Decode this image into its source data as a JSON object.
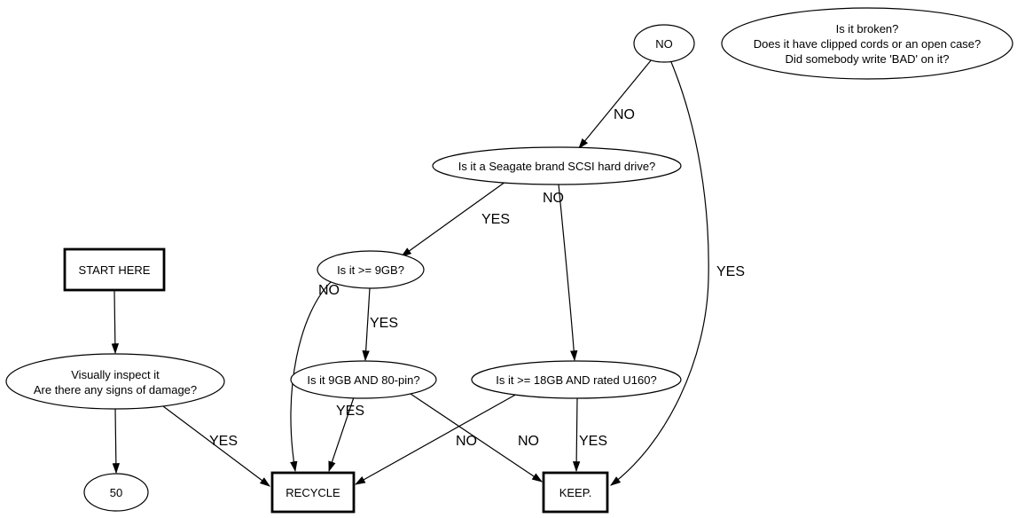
{
  "diagram": {
    "background": "#ffffff",
    "stroke_color": "#000000",
    "node_fill": "#ffffff",
    "nodes": {
      "broken": {
        "lines": [
          "Is it broken?",
          "Does it have clipped cords or an open case?",
          "Did somebody write 'BAD' on it?"
        ]
      },
      "no_node": {
        "label": "NO"
      },
      "seagate": {
        "label": "Is it a Seagate brand SCSI hard drive?"
      },
      "gte9gb": {
        "label": "Is it >= 9GB?"
      },
      "pin80": {
        "label": "Is it 9GB AND 80-pin?"
      },
      "u160": {
        "label": "Is it >= 18GB AND rated U160?"
      },
      "start": {
        "label": "START HERE"
      },
      "inspect": {
        "lines": [
          "Visually inspect it",
          "Are there any signs of damage?"
        ]
      },
      "fifty": {
        "label": "50"
      },
      "recycle": {
        "label": "RECYCLE"
      },
      "keep": {
        "label": "KEEP."
      }
    },
    "edge_labels": {
      "no_to_seagate": "NO",
      "no_to_keep": "YES",
      "seagate_to_gte9gb": "YES",
      "seagate_to_u160": "NO",
      "gte9gb_to_recycle": "NO",
      "gte9gb_to_pin80": "YES",
      "pin80_to_recycle": "YES",
      "pin80_to_keep": "NO",
      "u160_to_recycle": "NO",
      "u160_to_keep": "YES",
      "inspect_to_recycle": "YES"
    }
  }
}
